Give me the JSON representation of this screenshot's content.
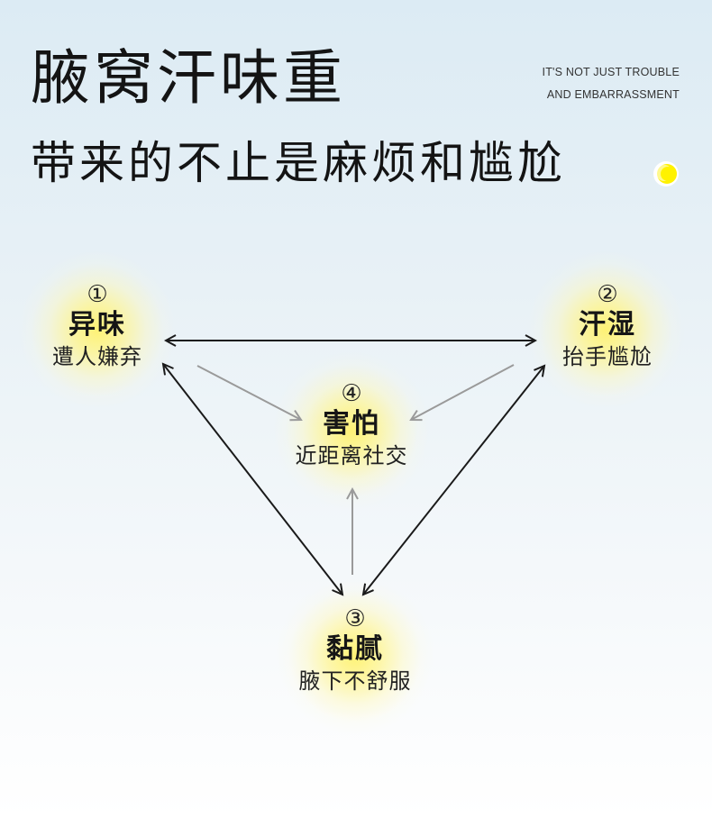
{
  "heading": {
    "main": "腋窝汗味重",
    "sub": "带来的不止是麻烦和尴尬",
    "english_lines": [
      "IT'S NOT JUST TROUBLE",
      "AND EMBARRASSMENT"
    ]
  },
  "colors": {
    "accent_yellow": "#fff06a",
    "arrow_dark": "#1a1a1a",
    "arrow_gray": "#9a9a9a"
  },
  "nodes": [
    {
      "id": "odor",
      "number": "①",
      "title": "异味",
      "desc": "遭人嫌弃"
    },
    {
      "id": "sweat",
      "number": "②",
      "title": "汗湿",
      "desc": "抬手尴尬"
    },
    {
      "id": "sticky",
      "number": "③",
      "title": "黏腻",
      "desc": "腋下不舒服"
    },
    {
      "id": "fear",
      "number": "④",
      "title": "害怕",
      "desc": "近距离社交"
    }
  ]
}
